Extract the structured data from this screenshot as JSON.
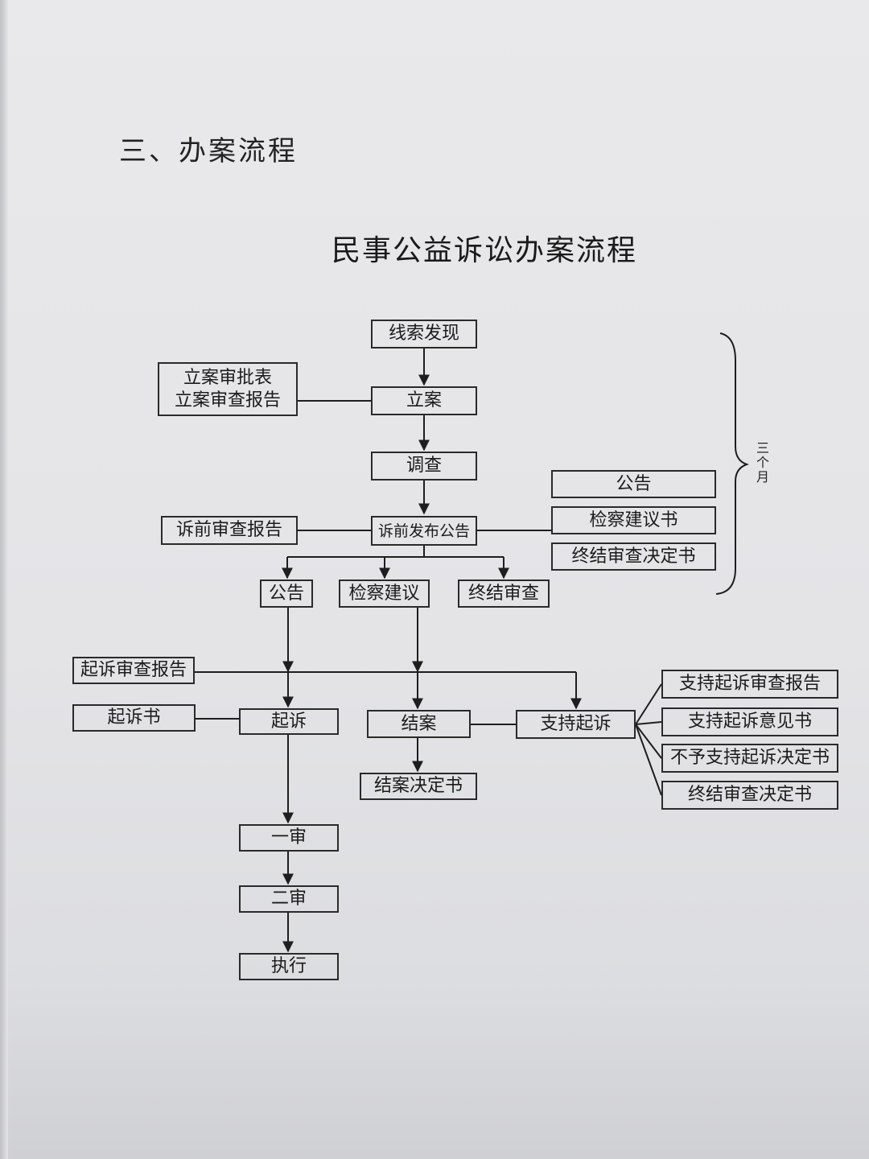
{
  "section_title": "三、办案流程",
  "chart_title": "民事公益诉讼办案流程",
  "period_label": [
    "三",
    "个",
    "月"
  ],
  "nodes": {
    "clue": "线索发现",
    "approval_line1": "立案审批表",
    "approval_line2": "立案审查报告",
    "filing": "立案",
    "investigation": "调查",
    "pre_report": "诉前审查报告",
    "pre_announce": "诉前发布公告",
    "doc_announcement": "公告",
    "doc_proposal": "检察建议书",
    "doc_termination": "终结审查决定书",
    "announcement": "公告",
    "proposal": "检察建议",
    "termination": "终结审查",
    "prosecution_report": "起诉审查报告",
    "indictment": "起诉书",
    "prosecution": "起诉",
    "close_case": "结案",
    "support_prosecution": "支持起诉",
    "close_decision": "结案决定书",
    "support_report": "支持起诉审查报告",
    "support_opinion": "支持起诉意见书",
    "no_support_decision": "不予支持起诉决定书",
    "termination_decision": "终结审查决定书",
    "first_instance": "一审",
    "second_instance": "二审",
    "execution": "执行"
  }
}
